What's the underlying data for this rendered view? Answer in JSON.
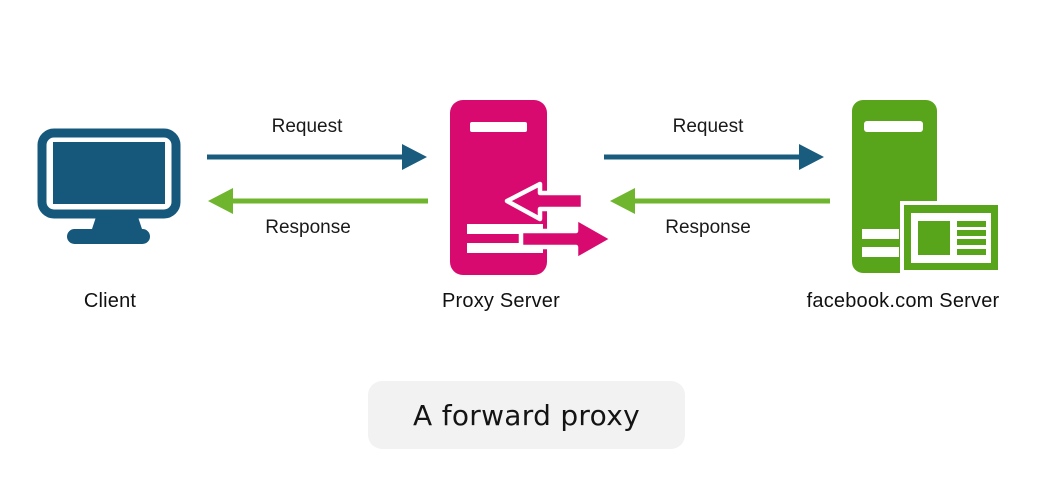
{
  "nodes": {
    "client": {
      "label": "Client",
      "icon": "desktop-monitor-icon"
    },
    "proxy": {
      "label": "Proxy Server",
      "icon": "proxy-tower-with-arrows-icon"
    },
    "server": {
      "label": "facebook.com Server",
      "icon": "server-tower-with-card-icon"
    }
  },
  "flows": {
    "client_to_proxy": {
      "label": "Request",
      "direction": "right"
    },
    "proxy_to_client": {
      "label": "Response",
      "direction": "left"
    },
    "proxy_to_server": {
      "label": "Request",
      "direction": "right"
    },
    "server_to_proxy": {
      "label": "Response",
      "direction": "left"
    }
  },
  "caption": {
    "text": "A forward proxy"
  },
  "colors": {
    "client_blue": "#15587B",
    "request_arrow_blue": "#1A5C7E",
    "proxy_magenta": "#D80A70",
    "server_green": "#58A51C",
    "response_arrow_green": "#6FB52E",
    "caption_bg": "#F2F2F2",
    "label_text": "#111111",
    "white": "#FFFFFF"
  }
}
